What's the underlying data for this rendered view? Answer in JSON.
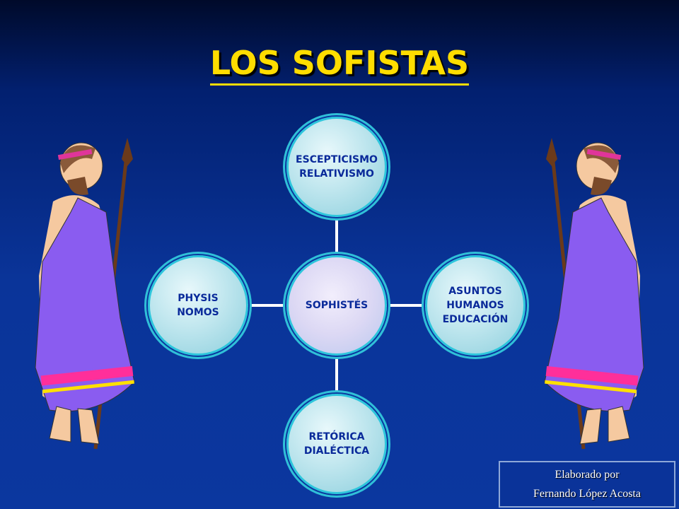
{
  "title": "LOS SOFISTAS",
  "diagram": {
    "center": "SOPHISTÉS",
    "top": "ESCEPTICISMO\nRELATIVISMO",
    "left": "PHYSIS\nNOMOS",
    "right": "ASUNTOS\nHUMANOS\nEDUCACIÓN",
    "bottom": "RETÓRICA\nDIALÉCTICA"
  },
  "credit": {
    "line1": "Elaborado por",
    "line2": "Fernando López Acosta"
  }
}
